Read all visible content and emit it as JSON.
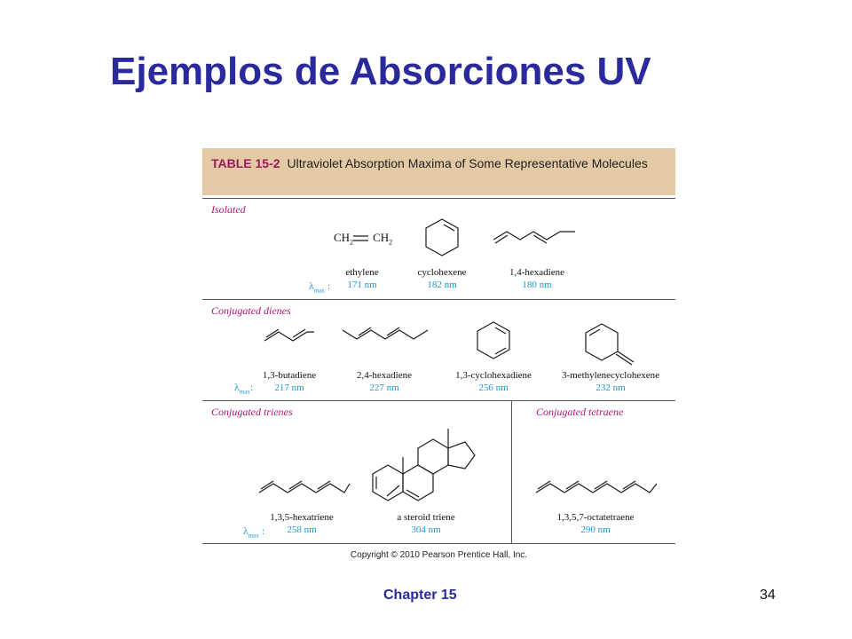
{
  "slide": {
    "title": "Ejemplos de Absorciones UV",
    "chapter": "Chapter 15",
    "page_number": "34"
  },
  "table": {
    "label": "TABLE 15-2",
    "caption": "Ultraviolet Absorption Maxima of Some Representative Molecules",
    "lambda_symbol": "λ",
    "lambda_subscript": "max",
    "lambda_colon": ":",
    "copyright": "Copyright © 2010 Pearson Prentice Hall, Inc.",
    "sections": {
      "isolated": {
        "label": "Isolated",
        "formula_ethylene": {
          "ch2_left": "CH",
          "sub_left": "2",
          "ch2_right": "CH",
          "sub_right": "2"
        },
        "molecules": [
          {
            "name": "ethylene",
            "lambda_max": "171 nm"
          },
          {
            "name": "cyclohexene",
            "lambda_max": "182 nm"
          },
          {
            "name": "1,4-hexadiene",
            "lambda_max": "180 nm"
          }
        ]
      },
      "conjugated_dienes": {
        "label": "Conjugated dienes",
        "molecules": [
          {
            "name": "1,3-butadiene",
            "lambda_max": "217 nm"
          },
          {
            "name": "2,4-hexadiene",
            "lambda_max": "227 nm"
          },
          {
            "name": "1,3-cyclohexadiene",
            "lambda_max": "256 nm"
          },
          {
            "name": "3-methylenecyclohexene",
            "lambda_max": "232 nm"
          }
        ]
      },
      "conjugated_trienes": {
        "label": "Conjugated trienes",
        "molecules": [
          {
            "name": "1,3,5-hexatriene",
            "lambda_max": "258 nm"
          },
          {
            "name": "a steroid triene",
            "lambda_max": "304 nm"
          }
        ]
      },
      "conjugated_tetraene": {
        "label": "Conjugated tetraene",
        "molecules": [
          {
            "name": "1,3,5,7-octatetraene",
            "lambda_max": "290 nm"
          }
        ]
      }
    }
  }
}
